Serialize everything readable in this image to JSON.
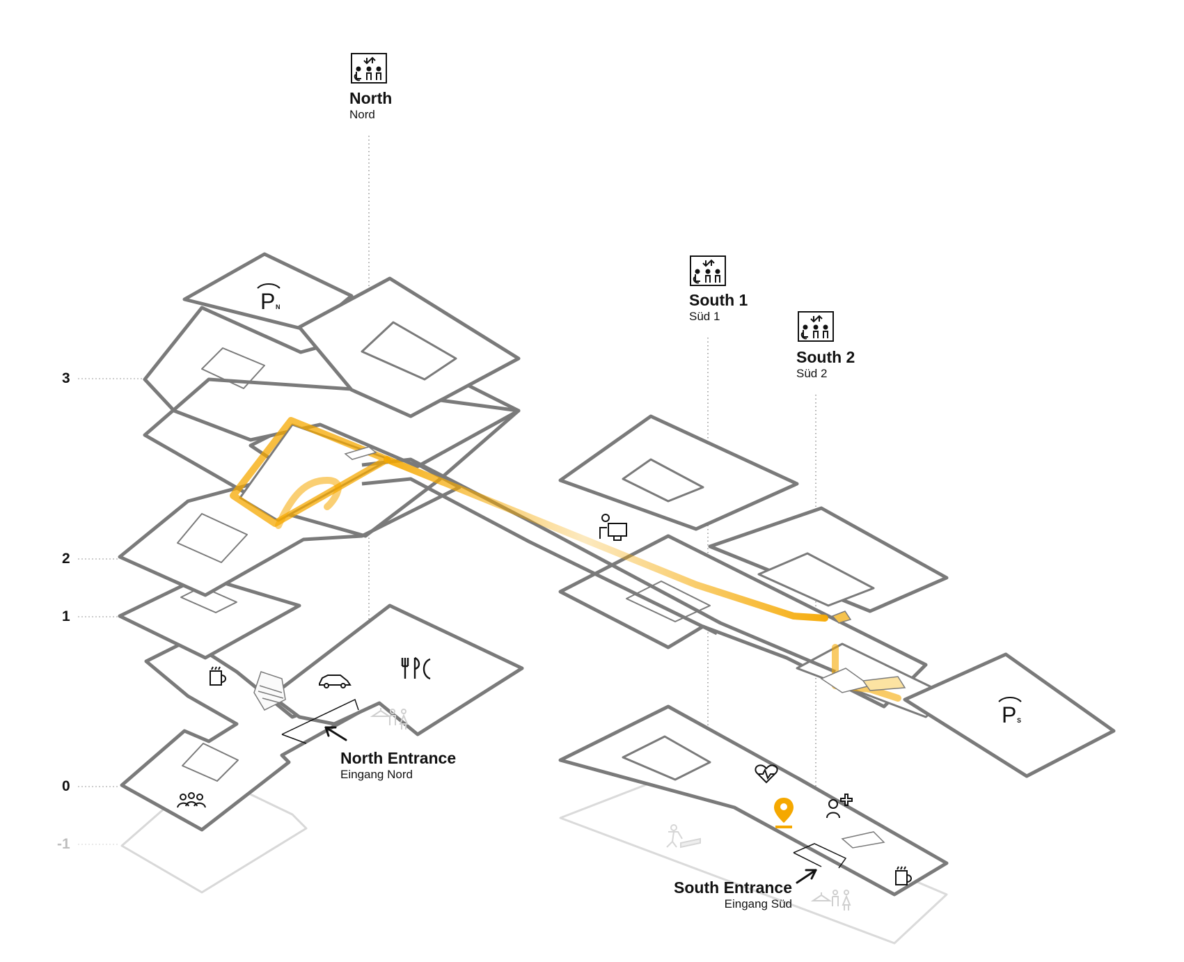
{
  "levels": [
    {
      "id": "3",
      "label": "3",
      "faded": false
    },
    {
      "id": "2",
      "label": "2",
      "faded": false
    },
    {
      "id": "1",
      "label": "1",
      "faded": false
    },
    {
      "id": "0",
      "label": "0",
      "faded": false
    },
    {
      "id": "-1",
      "label": "-1",
      "faded": true
    }
  ],
  "elevators": {
    "north": {
      "name": "North",
      "sub": "Nord",
      "icon": "elevator-accessible-icon"
    },
    "south1": {
      "name": "South 1",
      "sub": "Süd 1",
      "icon": "elevator-accessible-icon"
    },
    "south2": {
      "name": "South 2",
      "sub": "Süd 2",
      "icon": "elevator-accessible-icon"
    }
  },
  "entrances": {
    "north": {
      "name": "North Entrance",
      "sub": "Eingang Nord",
      "icon": "arrow-icon"
    },
    "south": {
      "name": "South Entrance",
      "sub": "Eingang Süd",
      "icon": "arrow-icon"
    }
  },
  "parking": {
    "north": {
      "letter": "P",
      "suffix": "N",
      "icon": "parking-icon"
    },
    "south": {
      "letter": "P",
      "suffix": "S",
      "icon": "parking-icon"
    }
  },
  "amenities": [
    "cafe-icon",
    "shop-icon",
    "car-icon",
    "restaurant-icon",
    "cloakroom-icon",
    "toilets-icon",
    "waiting-area-icon",
    "information-desk-icon",
    "health-icon",
    "medical-staff-icon",
    "location-pin-icon"
  ],
  "colors": {
    "route": "#f5a800",
    "floor_edge": "#7a7a7a",
    "floor_top": "#ffffff",
    "faded": "#d6d6d6",
    "text": "#111111",
    "guide": "#8a8a8a"
  }
}
